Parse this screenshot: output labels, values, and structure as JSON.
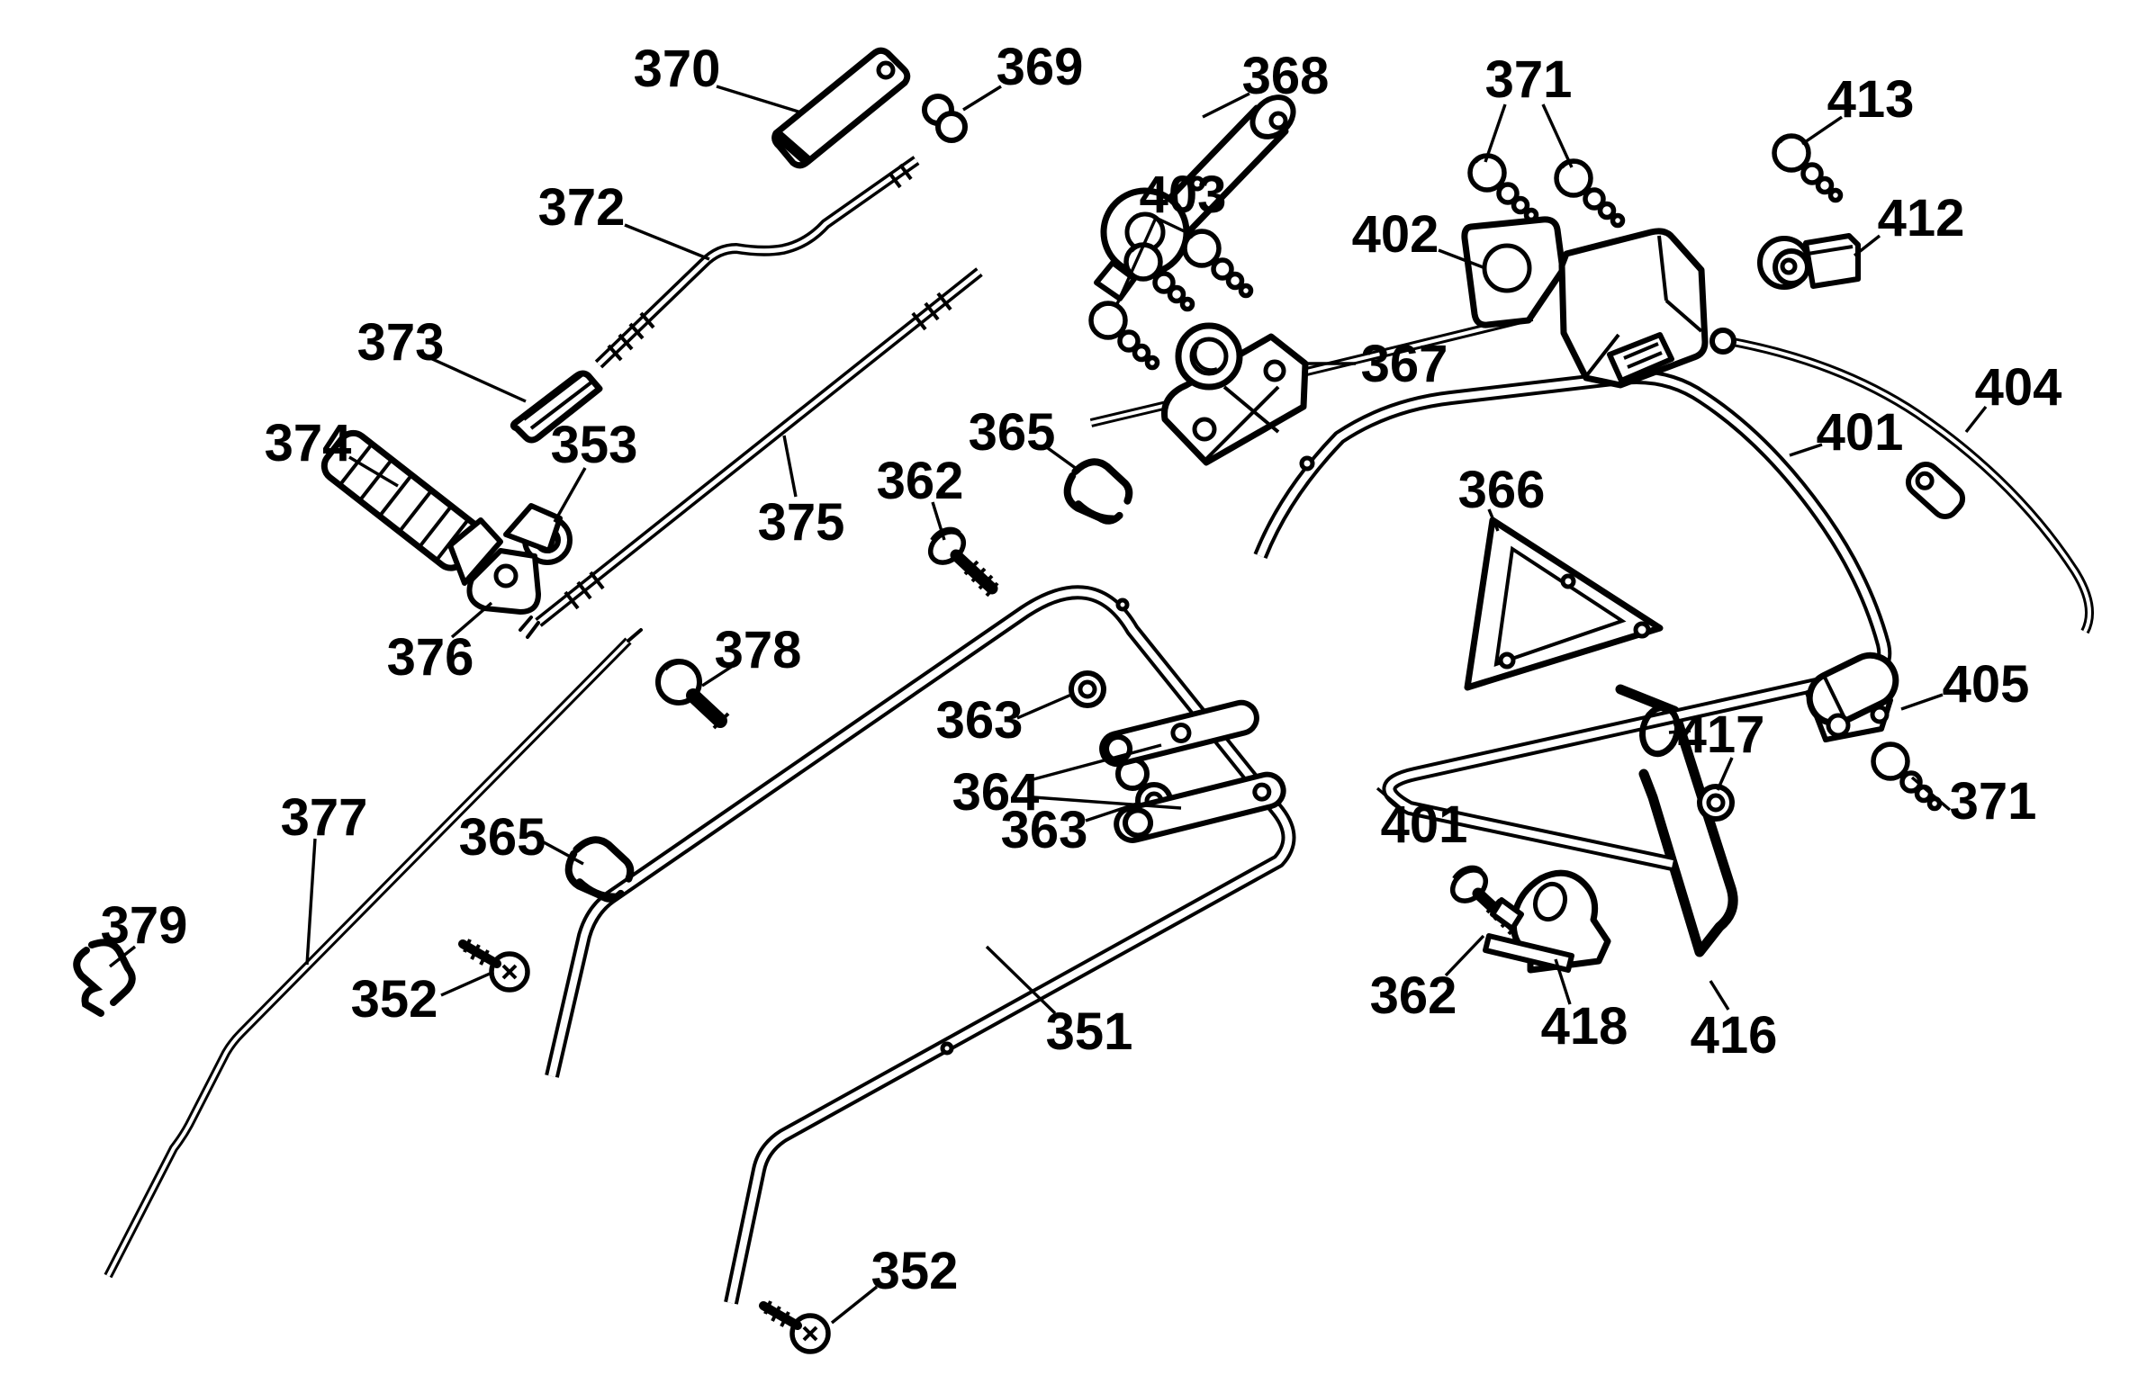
{
  "diagram": {
    "type": "exploded-parts-diagram",
    "subject": "lawn mower handle assembly parts diagram",
    "background_color": "#ffffff",
    "ink_color": "#000000",
    "labels": [
      {
        "part": "370"
      },
      {
        "part": "369"
      },
      {
        "part": "368"
      },
      {
        "part": "371"
      },
      {
        "part": "413"
      },
      {
        "part": "412"
      },
      {
        "part": "372"
      },
      {
        "part": "403"
      },
      {
        "part": "402"
      },
      {
        "part": "373"
      },
      {
        "part": "374"
      },
      {
        "part": "353"
      },
      {
        "part": "375"
      },
      {
        "part": "376"
      },
      {
        "part": "365"
      },
      {
        "part": "362"
      },
      {
        "part": "367"
      },
      {
        "part": "366"
      },
      {
        "part": "401"
      },
      {
        "part": "404"
      },
      {
        "part": "378"
      },
      {
        "part": "363"
      },
      {
        "part": "364"
      },
      {
        "part": "363"
      },
      {
        "part": "377"
      },
      {
        "part": "365"
      },
      {
        "part": "379"
      },
      {
        "part": "352"
      },
      {
        "part": "351"
      },
      {
        "part": "401"
      },
      {
        "part": "362"
      },
      {
        "part": "417"
      },
      {
        "part": "405"
      },
      {
        "part": "371"
      },
      {
        "part": "418"
      },
      {
        "part": "416"
      },
      {
        "part": "352"
      }
    ]
  }
}
